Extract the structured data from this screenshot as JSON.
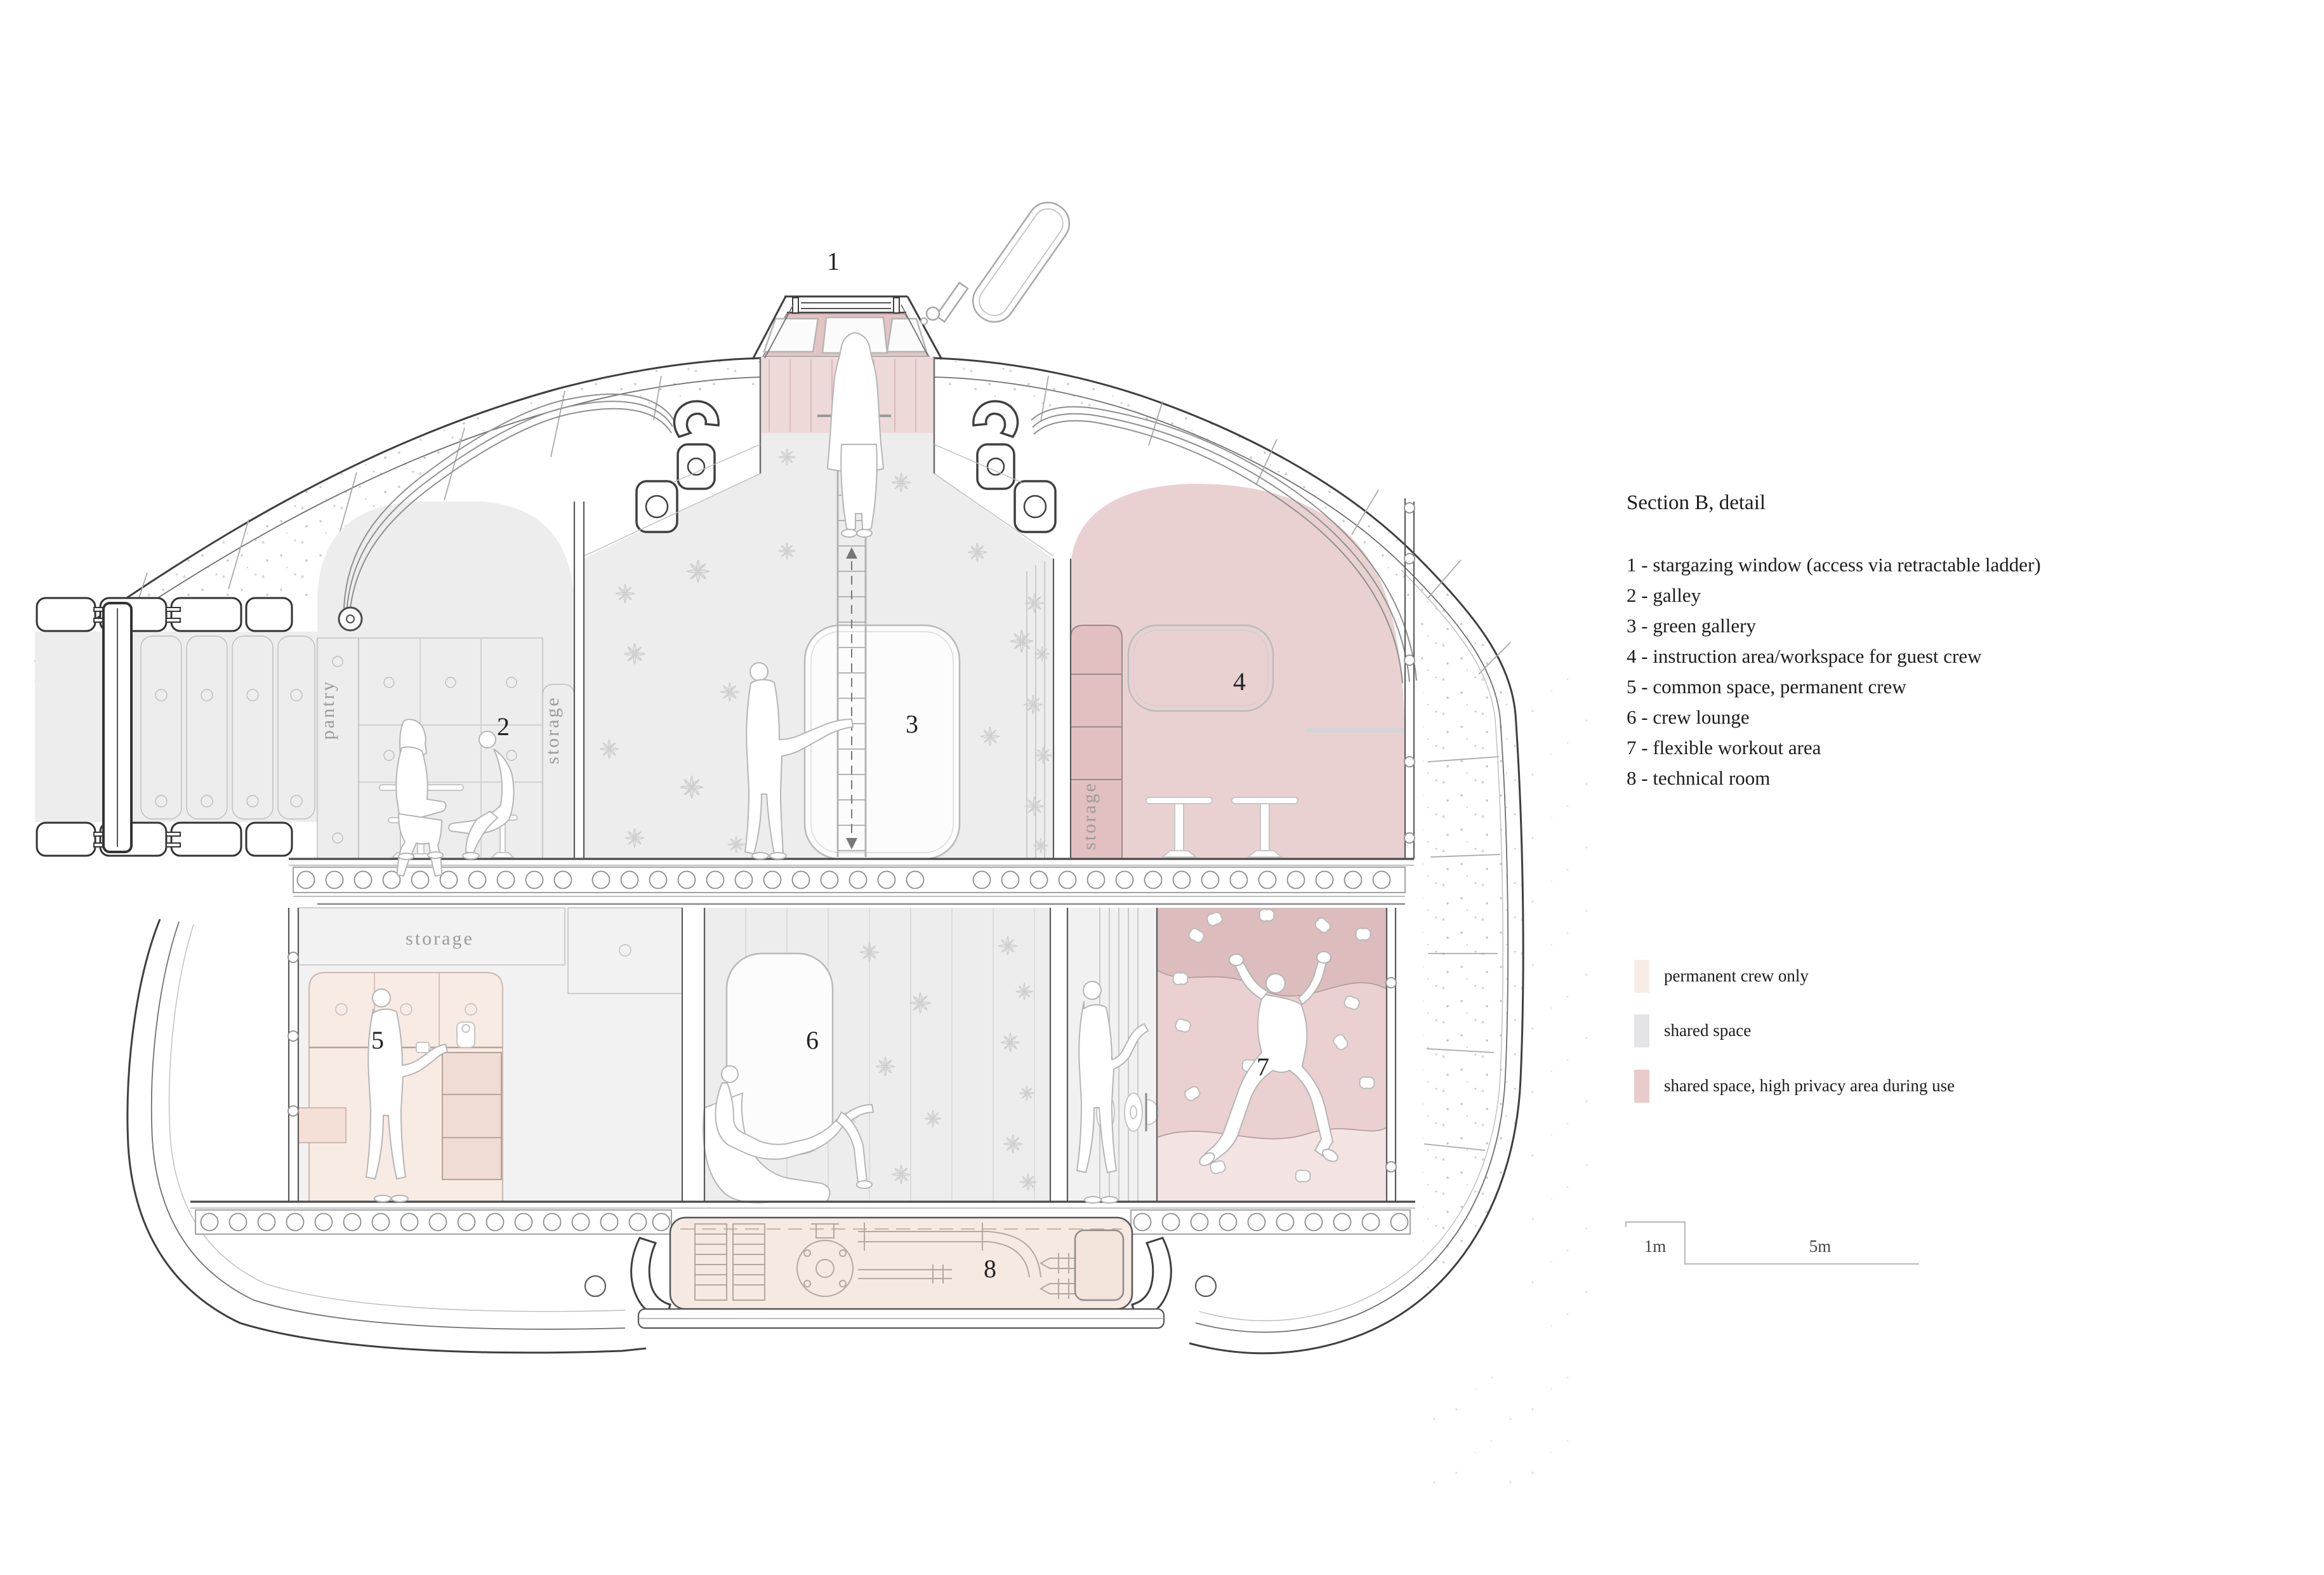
{
  "title": "Section B, detail",
  "legend": {
    "items": [
      "1 - stargazing window (access via retractable ladder)",
      "2 - galley",
      "3 - green gallery",
      "4 - instruction area/workspace for guest crew",
      "5 - common space, permanent crew",
      "6 - crew lounge",
      "7 - flexible workout area",
      "8 - technical room"
    ]
  },
  "zones": [
    {
      "label": "permanent crew only",
      "color": "#f8ece7"
    },
    {
      "label": "shared space",
      "color": "#e4e4e6"
    },
    {
      "label": "shared space, high privacy area during use",
      "color": "#e8cbcb"
    }
  ],
  "scale": {
    "small": "1m",
    "large": "5m"
  },
  "rooms": [
    {
      "num": "1"
    },
    {
      "num": "2"
    },
    {
      "num": "3"
    },
    {
      "num": "4"
    },
    {
      "num": "5"
    },
    {
      "num": "6"
    },
    {
      "num": "7"
    },
    {
      "num": "8"
    }
  ],
  "annotations": {
    "pantry": "pantry",
    "storage": "storage"
  }
}
